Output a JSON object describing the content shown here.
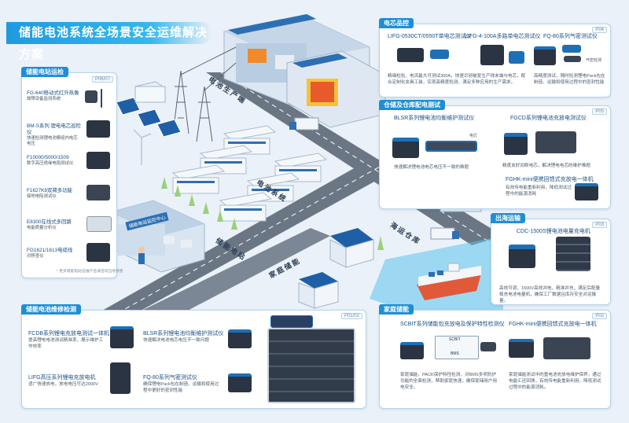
{
  "title": "储能电池系统全场景安全运维解决方案",
  "road_labels": {
    "production": "电池生产端",
    "battery_system": "电池系统",
    "station": "储能电站",
    "household": "家庭储能",
    "warehouse": "海运仓库"
  },
  "station_sign": "储能电站监控中心",
  "station_ops": {
    "tag": "储能电站运检",
    "code": "P06/07",
    "items": [
      {
        "name": "FG-640移动式红外热像",
        "desc": "故障设备监测系统"
      },
      {
        "name": "BM-S系列 锂电电芯巡检仪",
        "desc": "快速检测锂电池模组内电芯电压"
      },
      {
        "name": "F10000/5000/1509",
        "desc": "数字高压绝缘电阻测试仪"
      },
      {
        "name": "F1627K8双臂多功能",
        "desc": "接地电阻测试仪"
      },
      {
        "name": "E8300在线式多回路",
        "desc": "电能质量分析仪"
      },
      {
        "name": "FG1621/1613电缆线",
        "desc": "对移查仪"
      }
    ],
    "footnote": "* 更多储能电站运维产品请咨询当地销售"
  },
  "cell_qc": {
    "tag": "电芯品控",
    "code": "P04",
    "products": [
      {
        "name": "LIFG-0530CT/0550T单电芯测试仪"
      },
      {
        "name": "LIFG-4-100A多路单电芯测试仪"
      },
      {
        "name": "FQ-80系列气密测试仪"
      }
    ],
    "device_label": "气密检测",
    "desc_left": "精细检验、电流最大可测试300A，快速识别被复生产线末端与电芯，配合定制化夹具工装，实现高精度检测，满足多种应用的生产需求。",
    "desc_right": "高精度测试，随时检测锂电Pack包在制造、运输和使用过程中的密封性能"
  },
  "storage_test": {
    "tag": "仓储及仓库配电测试",
    "code": "P05",
    "products": [
      {
        "name": "BLSR系列锂电池均衡维护测试仪",
        "desc": "快速解决锂电池电芯电压不一致的难题"
      },
      {
        "name": "FGCD系列锂电池充放电测试仪",
        "desc": "精度友好间断电芯，解决锂电电芯的维护难题"
      },
      {
        "name": "FGHK-mini便携回馈式充放电一体机",
        "desc": "有效传电能重新利用，降低测试过程中的能源消耗"
      }
    ],
    "cell_label": "电芯"
  },
  "sea_transport": {
    "tag": "出海运输",
    "code": "P03",
    "product": "CDC-1500S锂电池电量充电机",
    "desc": "高效可调，1500V高效并电，精准并充，满足后配量极充电池电量机，确保工厂数据且库存安全对运输量。"
  },
  "system_maintenance": {
    "tag": "储能电池维修检测",
    "code": "P01/02",
    "products": [
      {
        "name": "FCDB系列锂电充放电测试一体机",
        "desc": "提高锂电电池测试精准率，展示维护工作效率"
      },
      {
        "name": "BLSR系列锂电池均衡维护测试仪",
        "desc": "快速解决电池电芯电压不一致问题"
      },
      {
        "name": "LIFG高压系列锂电充放电机",
        "desc": "适广快速放电，放电电压可达2000V"
      },
      {
        "name": "FQ-80系列气密测试仪",
        "desc": "确保锂电Pack包在制造、运输和使用过程中更好的密封性能"
      }
    ]
  },
  "household": {
    "tag": "家庭储能",
    "code": "P02",
    "products": [
      {
        "name": "SCBIT系列储能包充放电及保护特性检测仪",
        "desc": "家庭储能，PACK保护特性检测，对BMS多项防护功能的全面检测，帮助家庭快速，确保家储用户用电安全。"
      },
      {
        "name": "FGHK-mini便携回馈式充放电一体机",
        "desc": "家庭储能测试中的重电池充放电维护保养，通过电能汇还回馈，有效传电能重新利用，降低测试过程中的能源消耗。"
      }
    ],
    "diagram_labels": [
      "SCBIT",
      "BMS"
    ]
  },
  "colors": {
    "accent": "#1d8fd6",
    "road": "#6b7684",
    "device_dark": "#2a3443",
    "device_blue": "#1e6fb4"
  }
}
